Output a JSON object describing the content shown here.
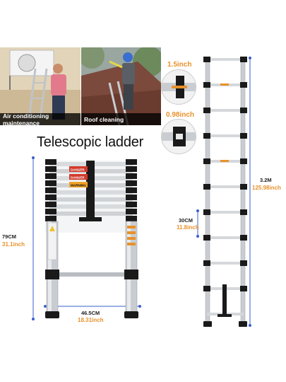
{
  "photos": {
    "left_caption": "Air conditioning maintenance",
    "right_caption": "Roof cleaning"
  },
  "product": {
    "title": "Telescopic ladder"
  },
  "dimensions": {
    "collapsed_height_metric": "79CM",
    "collapsed_height_imperial": "31.1inch",
    "width_metric": "46.5CM",
    "width_imperial": "18.31inch",
    "extended_height_metric": "3.2M",
    "extended_height_imperial": "125.98inch",
    "rung_spacing_metric": "30CM",
    "rung_spacing_imperial": "11.8inch",
    "rung_detail_1": "1.5inch",
    "rung_detail_2": "0.98inch"
  },
  "labels": {
    "danger_1": "DANGER",
    "danger_2": "DANGER",
    "warning": "WARNING"
  },
  "colors": {
    "dimension_line": "#3a5fcc",
    "accent_orange": "#e8912a",
    "ladder_black": "#1a1a1a",
    "aluminum": "#c9cdd2"
  }
}
